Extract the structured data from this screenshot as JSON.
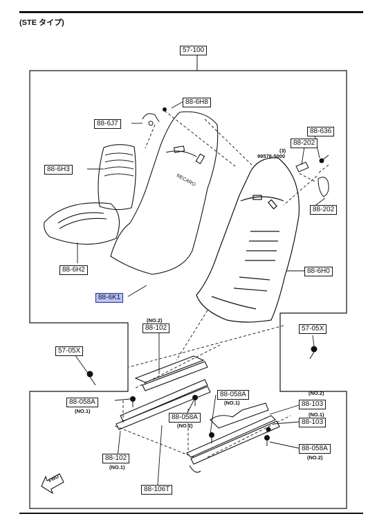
{
  "header": {
    "title": "(STE タイプ)"
  },
  "callouts": {
    "c57_100": "57-100",
    "c88_6h8": "88-6H8",
    "c88_6j7": "88-6J7",
    "c88_636": "88-636",
    "c88_202_top": "88-202",
    "c_qty3": "(3)",
    "c99578": "99578-5000",
    "c88_6h3": "88-6H3",
    "c88_202_mid": "88-202",
    "c88_6h2": "88-6H2",
    "c88_6h0": "88-6H0",
    "c88_6k1": "88-6K1",
    "c88_102_top": "88-102",
    "c88_102_top_sub": "(NO.2)",
    "c57_05x_right": "57-05X",
    "c57_05x_left": "57-05X",
    "c88_058a_left": "88-058A",
    "c88_058a_left_sub": "(NO.1)",
    "c88_058a_mid": "88-058A",
    "c88_058a_mid_sub": "(NO.2)",
    "c88_058a_center": "88-058A",
    "c88_058a_center_sub": "(NO.1)",
    "c88_103_top_sub": "(NO.2)",
    "c88_103_top": "88-103",
    "c88_103_bot_sub": "(NO.1)",
    "c88_103_bot": "88-103",
    "c88_058a_right": "88-058A",
    "c88_058a_right_sub": "(NO.2)",
    "c88_102_bot": "88-102",
    "c88_102_bot_sub": "(NO.1)",
    "c88_106t": "88-106T",
    "fwd": "FWD",
    "seat_logo": "RECARO"
  },
  "colors": {
    "highlight": "#b9c3ff",
    "line": "#111111"
  }
}
